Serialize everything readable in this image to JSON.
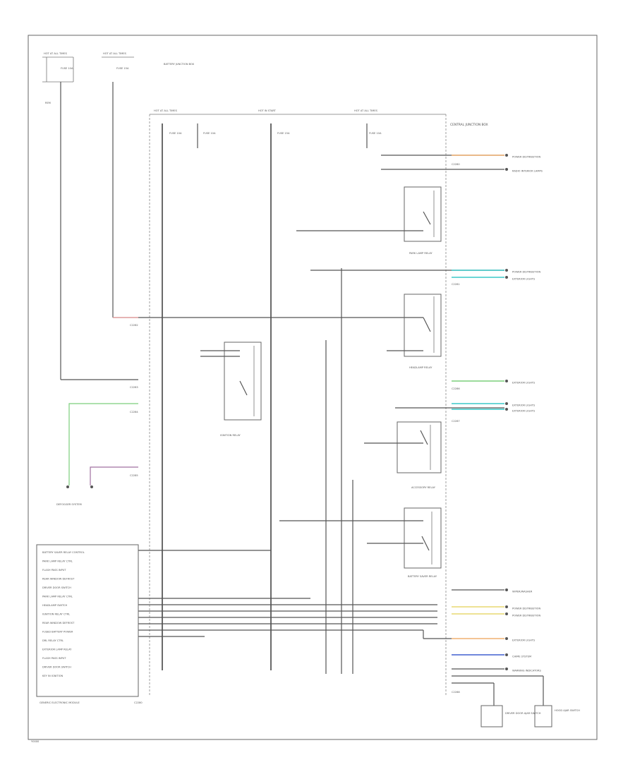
{
  "colors": {
    "line": "#555555",
    "pink": "#f0a0a0",
    "green": "#7ccf7c",
    "teal": "#3cc8c8",
    "orange": "#f0b070",
    "yellow": "#e8d870",
    "blue": "#4060d0",
    "violet": "#a070a0",
    "tan": "#c8a878"
  },
  "diagram": {
    "figure_id": "Y0000",
    "fuse_headers": [
      "HOT AT ALL TIMES",
      "HOT AT ALL TIMES",
      "HOT AT ALL TIMES",
      "HOT IN START",
      "HOT AT ALL TIMES"
    ],
    "fuse_labels": [
      "FUSE 10A",
      "FUSE 15A",
      "FUSE 10A",
      "FUSE 10A",
      "FUSE 15A",
      "FUSE 10A"
    ],
    "top_note": "BATTERY JUNCTION BOX",
    "rem_label": "REM",
    "ctrl_block": "CENTRAL JUNCTION BOX",
    "connector_ids": [
      "C2280",
      "C2281",
      "C2282",
      "C2283",
      "C2284",
      "C2285",
      "C2286",
      "C2287",
      "C2288"
    ],
    "relays": [
      {
        "name": "relay-1",
        "label": "PARK LAMP RELAY"
      },
      {
        "name": "relay-2",
        "label": "HEADLAMP RELAY"
      },
      {
        "name": "relay-3",
        "label": "IGNITION RELAY"
      },
      {
        "name": "relay-4",
        "label": "ACCESSORY RELAY"
      },
      {
        "name": "relay-5",
        "label": "BATTERY SAVER RELAY"
      }
    ],
    "right_destinations": [
      "POWER DISTRIBUTION",
      "RADIO INTERIOR LAMPS",
      "POWER DISTRIBUTION",
      "EXTERIOR LIGHTS",
      "EXTERIOR LIGHTS",
      "EXTERIOR LIGHTS",
      "EXTERIOR LIGHTS",
      "WIPER/WASHER",
      "POWER DISTRIBUTION",
      "POWER DISTRIBUTION",
      "EXTERIOR LIGHTS",
      "CHIME SYSTEM",
      "WARNING INDICATORS"
    ],
    "left_system": "DEFOGGER SYSTEM",
    "module_pins": [
      "BATTERY SAVER RELAY CONTROL",
      "PARK LAMP RELAY CTRL",
      "FLASH PASS INPUT",
      "REAR WINDOW DEFROST",
      "DRIVER DOOR SWITCH",
      "PARK LAMP RELAY CTRL",
      "HEADLAMP SWITCH",
      "IGNITION RELAY CTRL",
      "REAR WINDOW DEFROST",
      "FUSED BATTERY POWER",
      "DRL RELAY CTRL",
      "EXTERIOR LAMP RELAY",
      "FLASH PASS INPUT",
      "DRIVER DOOR SWITCH",
      "KEY IN IGNITION"
    ],
    "module_name": "GENERIC ELECTRONIC MODULE",
    "module_conn": "C2280",
    "bottom_right_1": "DRIVER DOOR AJAR SWITCH",
    "bottom_right_2": "HOOD AJAR SWITCH"
  }
}
